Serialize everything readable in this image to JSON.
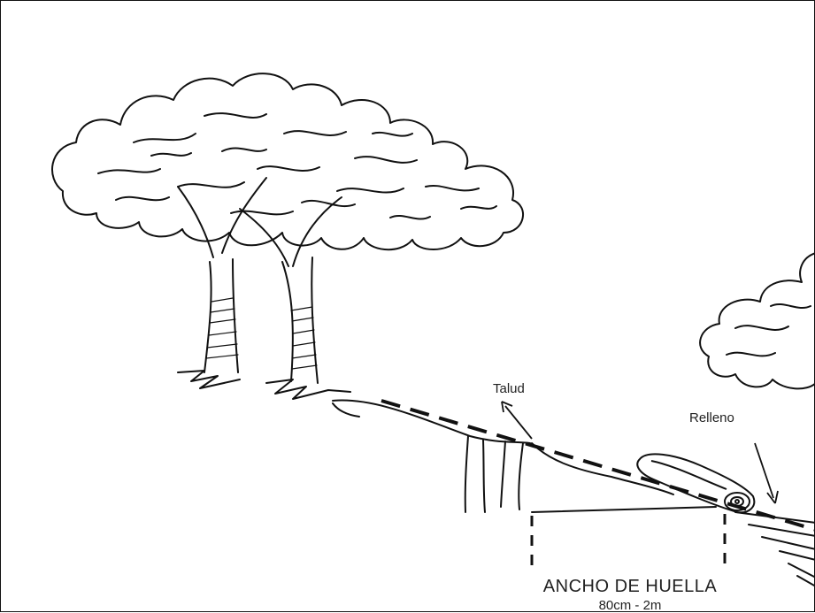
{
  "labels": {
    "talud": "Talud",
    "relleno": "Relleno",
    "ancho": "ANCHO DE HUELLA",
    "ancho_range": "80cm - 2m"
  }
}
